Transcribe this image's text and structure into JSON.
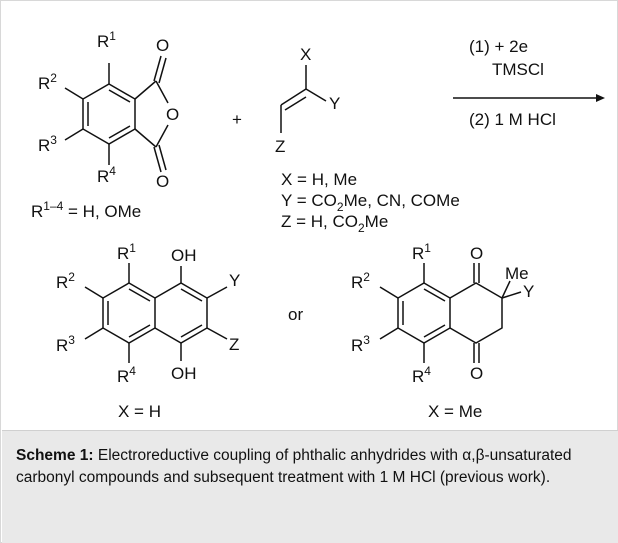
{
  "reactant1": {
    "r1": "R",
    "r1_sup": "1",
    "r2": "R",
    "r2_sup": "2",
    "r3": "R",
    "r3_sup": "3",
    "r4": "R",
    "r4_sup": "4",
    "o_top": "O",
    "o_ring": "O",
    "o_bottom": "O",
    "def_base": "R",
    "def_sup": "1–4",
    "def_rest": " = H, OMe"
  },
  "plus": "+",
  "reactant2": {
    "x": "X",
    "y": "Y",
    "z": "Z"
  },
  "conditions": {
    "step1_line1": "(1) + 2e",
    "step1_line2": "TMSCl",
    "step2": "(2) 1 M HCl"
  },
  "substituents": {
    "x_def": "X = H, Me",
    "y_def_a": "Y = CO",
    "y_def_sub": "2",
    "y_def_b": "Me, CN, COMe",
    "z_def_a": "Z = H, CO",
    "z_def_sub": "2",
    "z_def_b": "Me"
  },
  "product1": {
    "r1": "R",
    "r1_sup": "1",
    "r2": "R",
    "r2_sup": "2",
    "r3": "R",
    "r3_sup": "3",
    "r4": "R",
    "r4_sup": "4",
    "oh_top": "OH",
    "oh_bottom": "OH",
    "y": "Y",
    "z": "Z",
    "condition": "X = H"
  },
  "or_label": "or",
  "product2": {
    "r1": "R",
    "r1_sup": "1",
    "r2": "R",
    "r2_sup": "2",
    "r3": "R",
    "r3_sup": "3",
    "r4": "R",
    "r4_sup": "4",
    "o_top": "O",
    "o_bottom": "O",
    "me": "Me",
    "y": "Y",
    "condition": "X = Me"
  },
  "caption": {
    "label": "Scheme 1:",
    "text": " Electroreductive coupling of phthalic anhydrides with α,β-unsaturated carbonyl compounds and subsequent treatment with 1 M HCl (previous work)."
  }
}
